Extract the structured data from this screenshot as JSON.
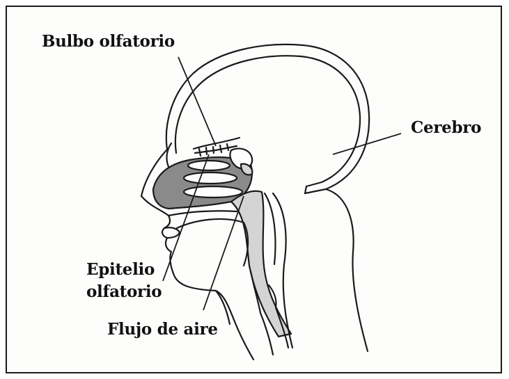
{
  "labels": {
    "bulbo_olfatorio": "Bulbo olfatorio",
    "cerebro": "Cerebro",
    "epitelio_line1": "Epitelio",
    "epitelio_line2": "olfatorio",
    "flujo_de_aire": "Flujo de aire"
  },
  "colors": {
    "line": "#1a1a1a",
    "nasal_fill": "#8a8a8a",
    "airway_fill": "#d4d4d4",
    "background": "#fdfdfc"
  }
}
